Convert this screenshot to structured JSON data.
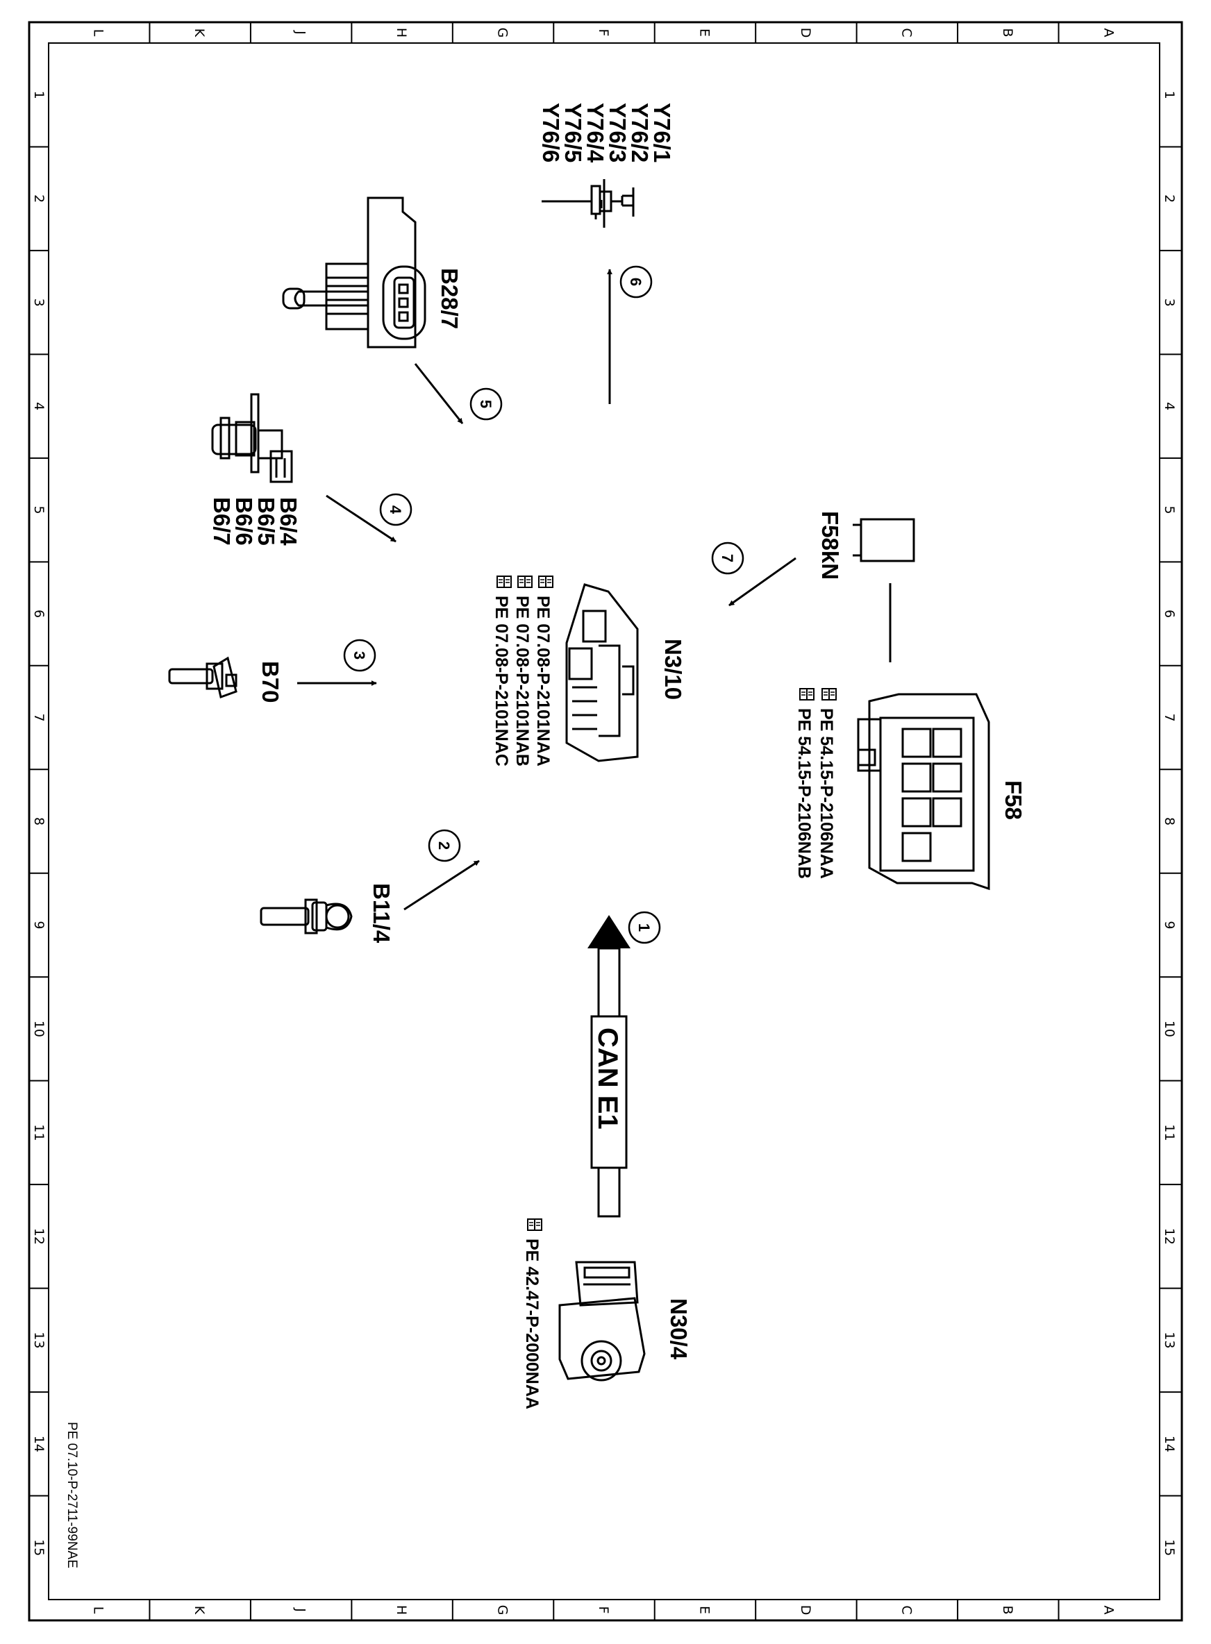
{
  "column_letters": [
    "L",
    "K",
    "J",
    "H",
    "G",
    "F",
    "E",
    "D",
    "C",
    "B",
    "A"
  ],
  "row_numbers": [
    "1",
    "2",
    "3",
    "4",
    "5",
    "6",
    "7",
    "8",
    "9",
    "10",
    "11",
    "12",
    "13",
    "14",
    "15"
  ],
  "document_code": "PE 07.10-P-2711-99NAE",
  "components": {
    "y76": [
      "Y76/1",
      "Y76/2",
      "Y76/3",
      "Y76/4",
      "Y76/5",
      "Y76/6"
    ],
    "b28": "B28/7",
    "b6": [
      "B6/4",
      "B6/5",
      "B6/6",
      "B6/7"
    ],
    "b70": "B70",
    "b11": "B11/4",
    "n3": "N3/10",
    "n3_refs": [
      "PE 07.08-P-2101NAA",
      "PE 07.08-P-2101NAB",
      "PE 07.08-P-2101NAC"
    ],
    "f58kn": "F58kN",
    "f58": "F58",
    "f58_refs": [
      "PE 54.15-P-2106NAA",
      "PE 54.15-P-2106NAB"
    ],
    "can_label": "CAN E1",
    "n30": "N30/4",
    "n30_refs": [
      "PE 42.47-P-2000NAA"
    ]
  },
  "arrows": [
    "1",
    "2",
    "3",
    "4",
    "5",
    "6",
    "7"
  ],
  "icons": [
    "book-pointer-icon"
  ]
}
